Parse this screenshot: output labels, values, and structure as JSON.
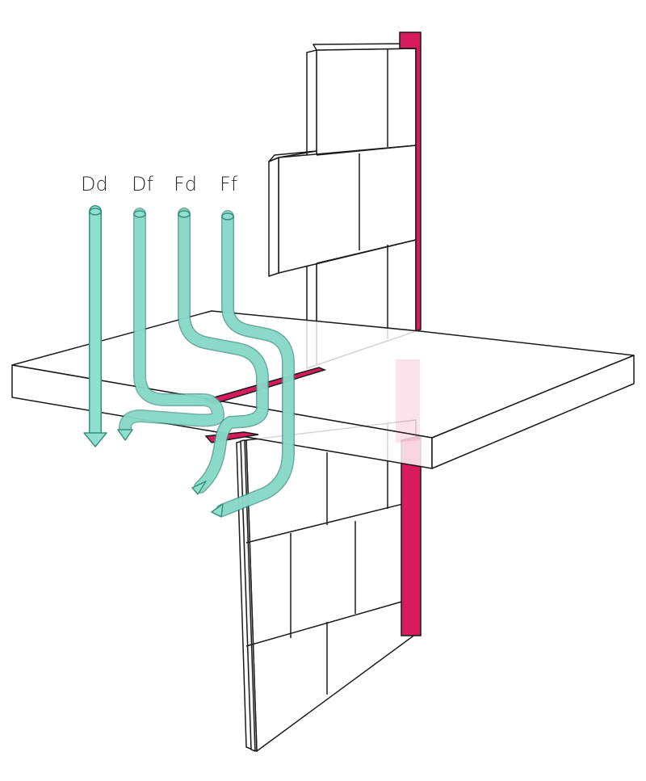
{
  "labels": {
    "dd": "Dd",
    "df": "Df",
    "fd": "Fd",
    "ff": "Ff"
  },
  "colors": {
    "flanking_path": "#8fe0cf",
    "flanking_stroke": "#3a8f7f",
    "sealing_strip": "#d81b5c",
    "outline": "#1a1a1a",
    "background": "#ffffff"
  },
  "icons": {
    "arrow": "arrow-head-icon"
  }
}
